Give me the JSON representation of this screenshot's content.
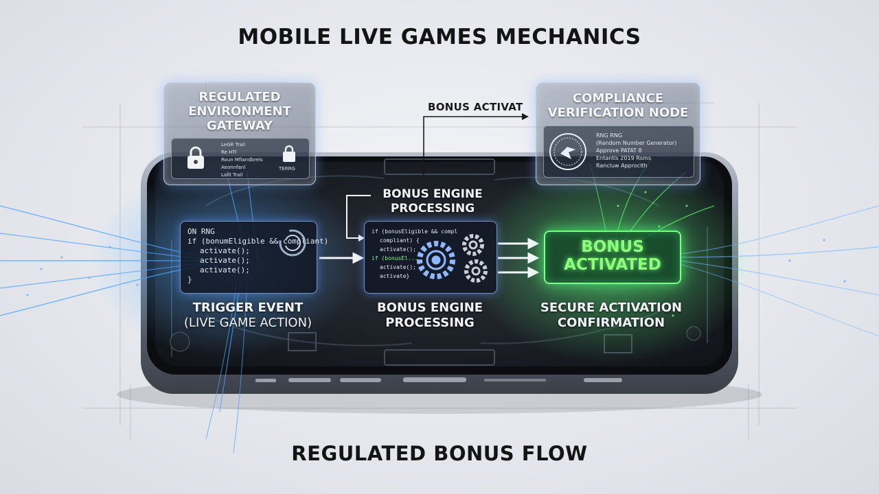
{
  "title": "MOBILE LIVE GAMES MECHANICS",
  "footer": "REGULATED BONUS FLOW",
  "colors": {
    "background": "#e6e8ee",
    "phone_screen": "#15181f",
    "glow_blue": "#4aa3ff",
    "glow_green": "#7cff8a",
    "text_dark": "#141414"
  },
  "gateway_panel": {
    "title_line1": "REGULATED",
    "title_line2": "ENVIRONMENT",
    "title_line3": "GATEWAY",
    "list": [
      "LeGR Trail",
      "Re HTl",
      "Roun Mfiandbrels",
      "Aeonnfanl",
      "Lallt Trail"
    ],
    "lock_caption": "TERRG"
  },
  "compliance_panel": {
    "title_line1": "COMPLIANCE",
    "title_line2": "VERIFICATION NODE",
    "lines": [
      "RNG RNG",
      "(Random Number Generator)",
      "Approve PATAT 8",
      "Entantis 2019 Rsms",
      "Rancluw Approclth"
    ]
  },
  "bonus_activat_label": "BONUS ACTIVAT",
  "trigger_card": {
    "code": [
      "ON RNG",
      "if (bonumEligible && compliant)",
      "activate();",
      "activate();",
      "activate();",
      "}"
    ],
    "label_line1": "TRIGGER EVENT",
    "label_line2": "(LIVE GAME ACTION)"
  },
  "engine_top_label": {
    "line1": "BONUS ENGINE",
    "line2": "PROCESSING"
  },
  "engine_card": {
    "code": [
      "if (bonusEligible && compl",
      "compliant) {",
      "activate();",
      "if (bonusEl...",
      "activate();",
      "activate}"
    ],
    "label_line1": "BONUS ENGINE",
    "label_line2": "PROCESSING"
  },
  "bonus_box": {
    "line1": "BONUS",
    "line2": "ACTIVATED"
  },
  "secure_label": {
    "line1": "SECURE ACTIVATION",
    "line2": "CONFIRMATION"
  }
}
